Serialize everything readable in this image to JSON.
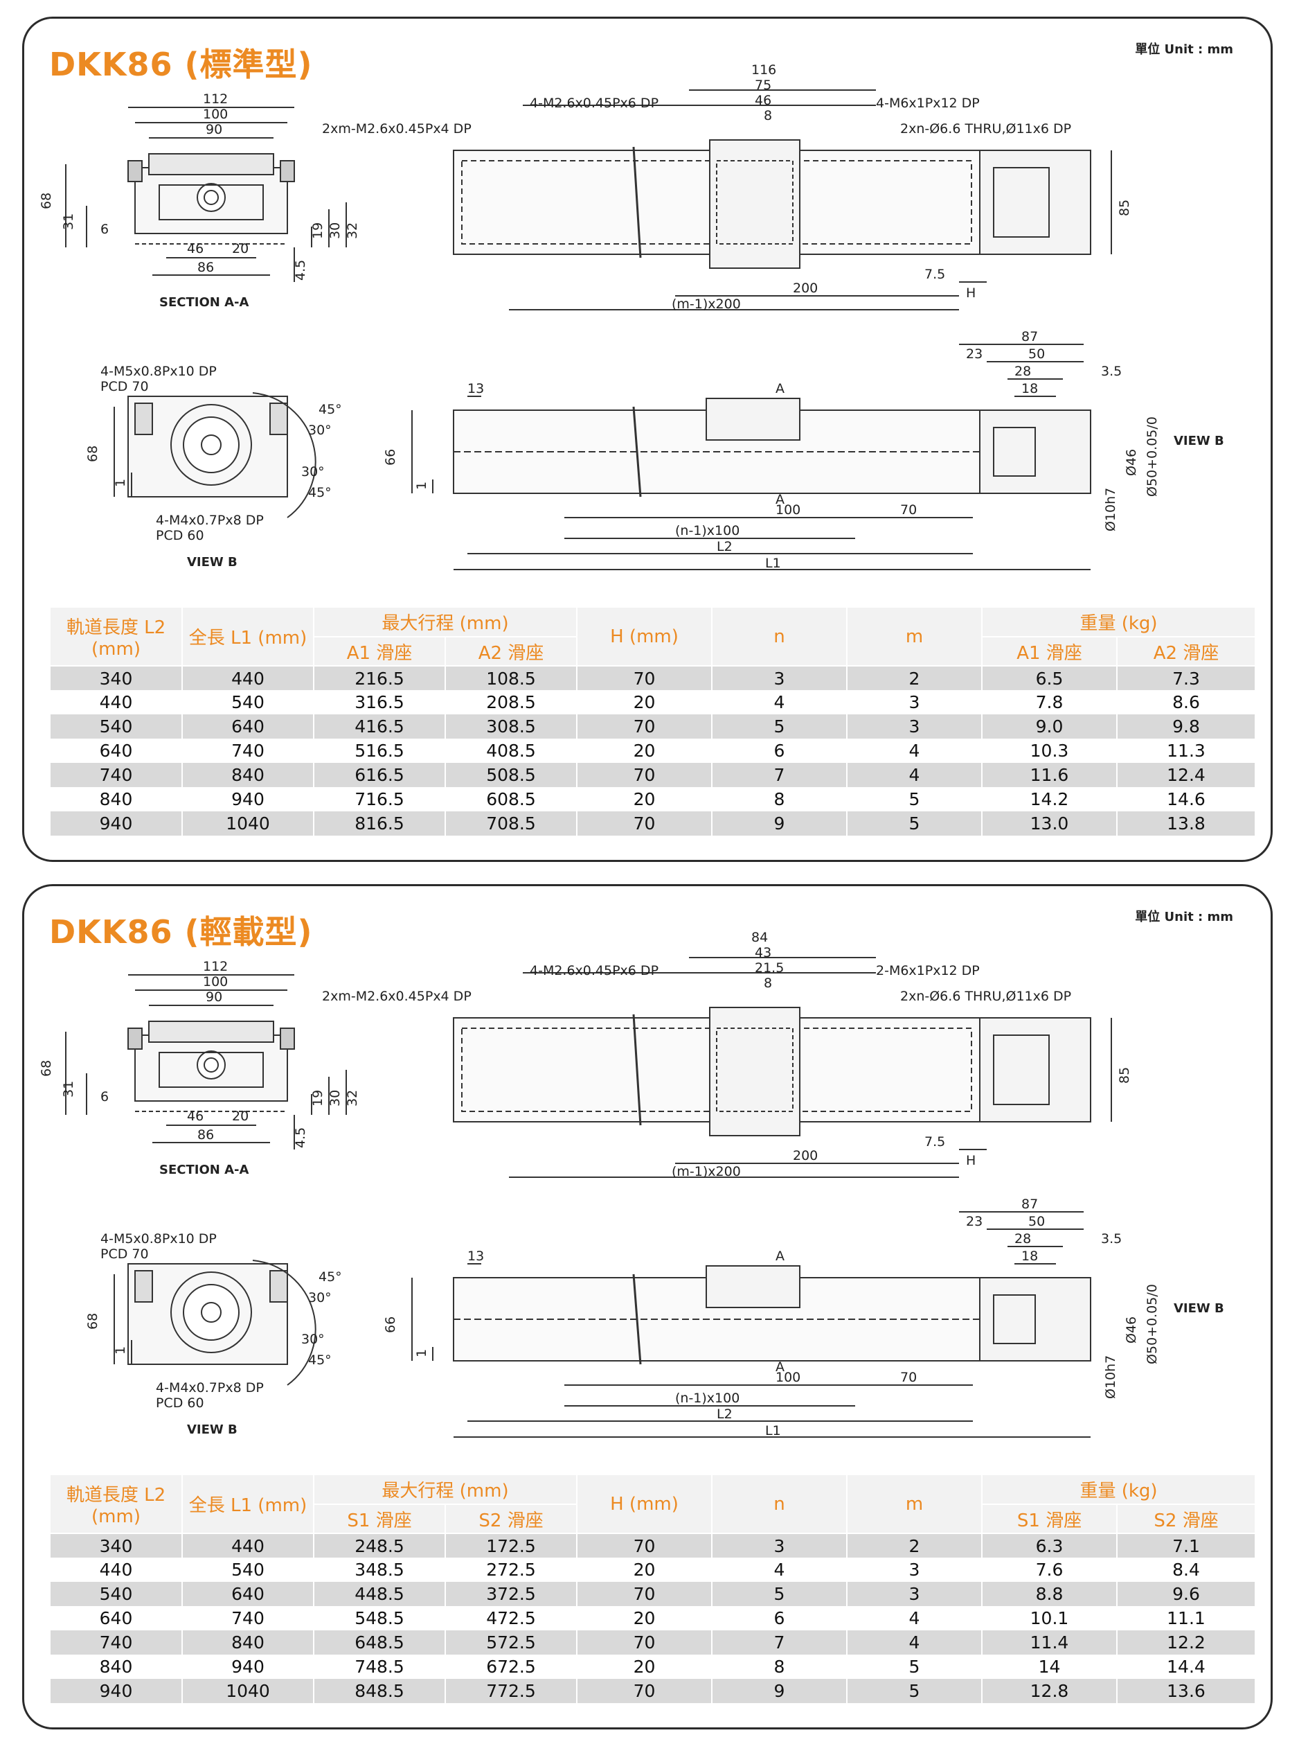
{
  "sections": [
    {
      "title": "DKK86 (標準型)",
      "unit": "單位 Unit : mm",
      "drawing": {
        "section_a": [
          "112",
          "100",
          "90",
          "68",
          "31",
          "6",
          "46",
          "20",
          "86",
          "30",
          "19",
          "32",
          "4.5"
        ],
        "section_a_label": "SECTION A-A",
        "top_dims": [
          "116",
          "75",
          "46",
          "8",
          "85",
          "200",
          "7.5",
          "H"
        ],
        "top_m_label": "(m-1)x200",
        "callout_1": "4-M2.6x0.45Px6 DP",
        "callout_2": "4-M6x1Px12 DP",
        "callout_3": "2xm-M2.6x0.45Px4 DP",
        "callout_4": "2xn-Ø6.6 THRU,Ø11x6 DP",
        "view_b_callout_1": "4-M5x0.8Px10 DP",
        "view_b_pcd_1": "PCD 70",
        "view_b_callout_2": "4-M4x0.7Px8 DP",
        "view_b_pcd_2": "PCD 60",
        "view_b_label": "VIEW B",
        "view_b_dims": [
          "68",
          "1",
          "45°",
          "30°",
          "30°",
          "45°"
        ],
        "side_dims": [
          "13",
          "66",
          "1",
          "87",
          "23",
          "50",
          "28",
          "18",
          "3.5",
          "Ø46",
          "Ø50+0.05/0",
          "Ø10h7",
          "100",
          "70",
          "A",
          "A"
        ],
        "side_n_label": "(n-1)x100",
        "side_l2": "L2",
        "side_l1": "L1",
        "side_view_b": "VIEW B"
      },
      "table": {
        "h_l2": "軌道長度 L2 (mm)",
        "h_l1": "全長 L1 (mm)",
        "h_stroke": "最大行程 (mm)",
        "h_s1": "A1 滑座",
        "h_s2": "A2 滑座",
        "h_h": "H (mm)",
        "h_n": "n",
        "h_m": "m",
        "h_weight": "重量 (kg)",
        "h_w1": "A1 滑座",
        "h_w2": "A2 滑座",
        "rows": [
          [
            "340",
            "440",
            "216.5",
            "108.5",
            "70",
            "3",
            "2",
            "6.5",
            "7.3"
          ],
          [
            "440",
            "540",
            "316.5",
            "208.5",
            "20",
            "4",
            "3",
            "7.8",
            "8.6"
          ],
          [
            "540",
            "640",
            "416.5",
            "308.5",
            "70",
            "5",
            "3",
            "9.0",
            "9.8"
          ],
          [
            "640",
            "740",
            "516.5",
            "408.5",
            "20",
            "6",
            "4",
            "10.3",
            "11.3"
          ],
          [
            "740",
            "840",
            "616.5",
            "508.5",
            "70",
            "7",
            "4",
            "11.6",
            "12.4"
          ],
          [
            "840",
            "940",
            "716.5",
            "608.5",
            "20",
            "8",
            "5",
            "14.2",
            "14.6"
          ],
          [
            "940",
            "1040",
            "816.5",
            "708.5",
            "70",
            "9",
            "5",
            "13.0",
            "13.8"
          ]
        ]
      }
    },
    {
      "title": "DKK86 (輕載型)",
      "unit": "單位 Unit : mm",
      "drawing": {
        "section_a": [
          "112",
          "100",
          "90",
          "68",
          "31",
          "6",
          "46",
          "20",
          "86",
          "30",
          "19",
          "32",
          "4.5"
        ],
        "section_a_label": "SECTION A-A",
        "top_dims": [
          "84",
          "43",
          "21.5",
          "8",
          "85",
          "200",
          "7.5",
          "H"
        ],
        "top_m_label": "(m-1)x200",
        "callout_1": "4-M2.6x0.45Px6 DP",
        "callout_2": "2-M6x1Px12 DP",
        "callout_3": "2xm-M2.6x0.45Px4 DP",
        "callout_4": "2xn-Ø6.6 THRU,Ø11x6 DP",
        "view_b_callout_1": "4-M5x0.8Px10 DP",
        "view_b_pcd_1": "PCD 70",
        "view_b_callout_2": "4-M4x0.7Px8 DP",
        "view_b_pcd_2": "PCD 60",
        "view_b_label": "VIEW B",
        "view_b_dims": [
          "68",
          "1",
          "45°",
          "30°",
          "30°",
          "45°"
        ],
        "side_dims": [
          "13",
          "66",
          "1",
          "87",
          "23",
          "50",
          "28",
          "18",
          "3.5",
          "Ø46",
          "Ø50+0.05/0",
          "Ø10h7",
          "100",
          "70",
          "A",
          "A"
        ],
        "side_n_label": "(n-1)x100",
        "side_l2": "L2",
        "side_l1": "L1",
        "side_view_b": "VIEW B"
      },
      "table": {
        "h_l2": "軌道長度 L2 (mm)",
        "h_l1": "全長 L1 (mm)",
        "h_stroke": "最大行程 (mm)",
        "h_s1": "S1 滑座",
        "h_s2": "S2 滑座",
        "h_h": "H (mm)",
        "h_n": "n",
        "h_m": "m",
        "h_weight": "重量 (kg)",
        "h_w1": "S1 滑座",
        "h_w2": "S2 滑座",
        "rows": [
          [
            "340",
            "440",
            "248.5",
            "172.5",
            "70",
            "3",
            "2",
            "6.3",
            "7.1"
          ],
          [
            "440",
            "540",
            "348.5",
            "272.5",
            "20",
            "4",
            "3",
            "7.6",
            "8.4"
          ],
          [
            "540",
            "640",
            "448.5",
            "372.5",
            "70",
            "5",
            "3",
            "8.8",
            "9.6"
          ],
          [
            "640",
            "740",
            "548.5",
            "472.5",
            "20",
            "6",
            "4",
            "10.1",
            "11.1"
          ],
          [
            "740",
            "840",
            "648.5",
            "572.5",
            "70",
            "7",
            "4",
            "11.4",
            "12.2"
          ],
          [
            "840",
            "940",
            "748.5",
            "672.5",
            "20",
            "8",
            "5",
            "14",
            "14.4"
          ],
          [
            "940",
            "1040",
            "848.5",
            "772.5",
            "70",
            "9",
            "5",
            "12.8",
            "13.6"
          ]
        ]
      }
    }
  ]
}
